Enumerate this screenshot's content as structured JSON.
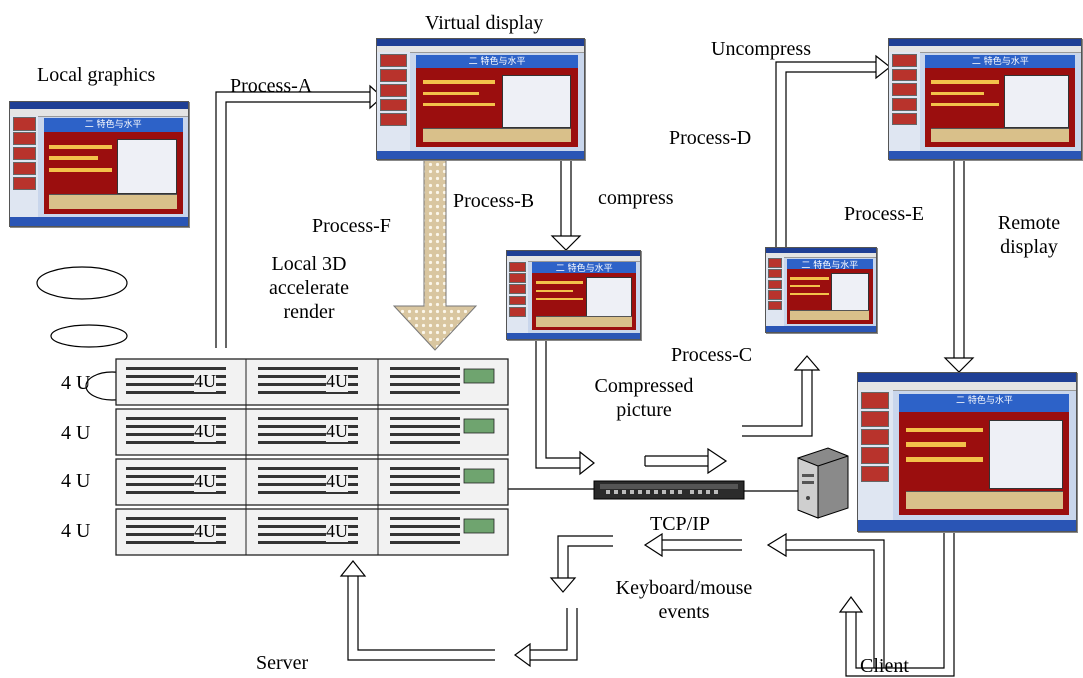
{
  "labels": {
    "local_graphics": "Local graphics",
    "virtual_display": "Virtual display",
    "process_a": "Process-A",
    "process_b": "Process-B",
    "compress": "compress",
    "uncompress": "Uncompress",
    "process_d": "Process-D",
    "process_e": "Process-E",
    "remote_display": "Remote display",
    "process_f": "Process-F",
    "local_3d": "Local 3D accelerate render",
    "process_c": "Process-C",
    "compressed_picture": "Compressed picture",
    "tcp_ip": "TCP/IP",
    "keyboard_mouse": "Keyboard/mouse events",
    "server": "Server",
    "client": "Client"
  },
  "rack": {
    "unit_labels": [
      "4 U",
      "4 U",
      "4 U",
      "4 U"
    ],
    "badge": "4U"
  },
  "screenshot_title": "二 特色与水平",
  "colors": {
    "arrow_stroke": "#000000",
    "render_arrow_fill": "#d9c6a0",
    "slide_red": "#9b0e0e",
    "slide_title_blue": "#2d62c8"
  }
}
